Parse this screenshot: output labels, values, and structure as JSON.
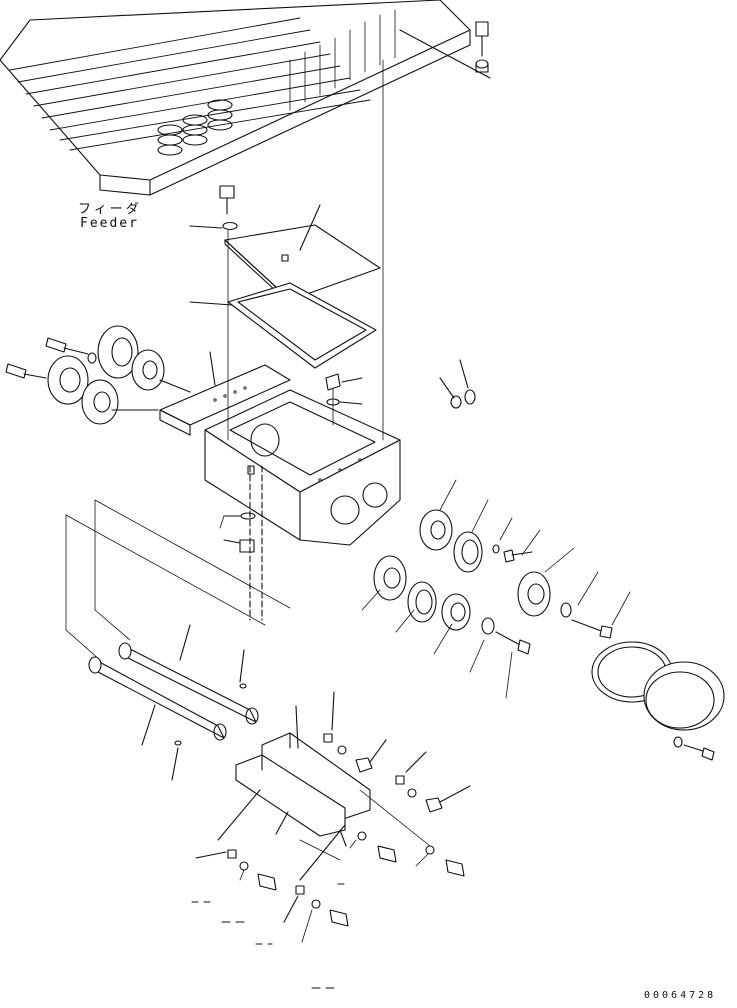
{
  "labels": {
    "feeder_jp": "フィーダ",
    "feeder_en": "Feeder",
    "drawing_number": "00064728"
  },
  "colors": {
    "ink": "#111111",
    "background": "#ffffff"
  }
}
